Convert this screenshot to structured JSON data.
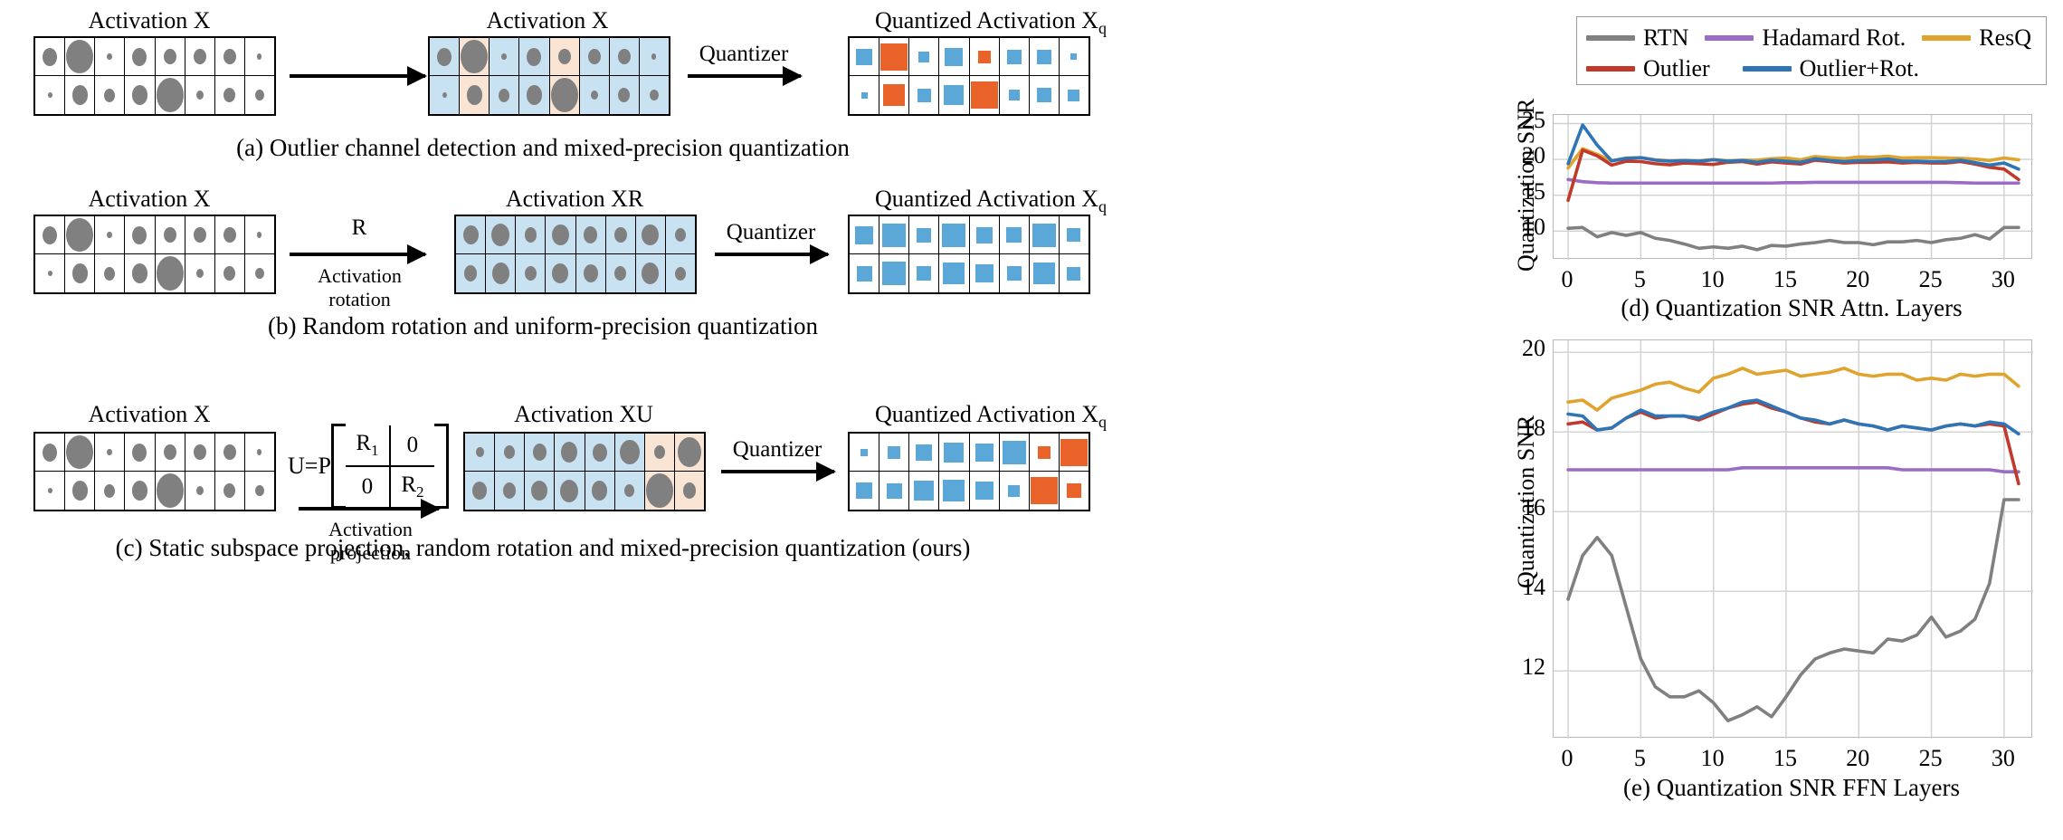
{
  "figure": {
    "rows": [
      {
        "id": "a",
        "caption": "(a) Outlier channel detection and mixed-precision quantization",
        "left_title": "Activation X",
        "mid_title": "Activation X",
        "right_title_main": "Quantized Activation X",
        "right_title_sub": "q",
        "arrow1_label": "",
        "arrow2_label": "Quantizer"
      },
      {
        "id": "b",
        "caption": "(b) Random rotation and uniform-precision quantization",
        "left_title": "Activation X",
        "mid_title": "Activation XR",
        "right_title_main": "Quantized Activation X",
        "right_title_sub": "q",
        "arrow1_label": "R",
        "arrow1_sub1": "Activation",
        "arrow1_sub2": "rotation",
        "arrow2_label": "Quantizer"
      },
      {
        "id": "c",
        "caption": "(c) Static subspace projection, random rotation and mixed-precision quantization (ours)",
        "left_title": "Activation X",
        "mid_title": "Activation XU",
        "right_title_main": "Quantized Activation X",
        "right_title_sub": "q",
        "arrow1_label": "U=P",
        "matrix": {
          "r1": "R",
          "r1sub": "1",
          "r2": "R",
          "r2sub": "2",
          "zero": "0"
        },
        "arrow1_sub1": "Activation",
        "arrow1_sub2": "projection",
        "arrow2_label": "Quantizer"
      }
    ]
  },
  "legend": {
    "items": [
      {
        "label": "RTN",
        "color": "#808080"
      },
      {
        "label": "Hadamard Rot.",
        "color": "#9b6cc4"
      },
      {
        "label": "ResQ",
        "color": "#e0a32e"
      },
      {
        "label": "Outlier",
        "color": "#c0392b"
      },
      {
        "label": "Outlier+Rot.",
        "color": "#2e75b6"
      }
    ]
  },
  "chart_data": [
    {
      "id": "d",
      "type": "line",
      "title": "(d) Quantization SNR Attn. Layers",
      "xlabel": "",
      "ylabel": "Quantization SNR",
      "xticks": [
        0,
        5,
        10,
        15,
        20,
        25,
        30
      ],
      "yticks": [
        10,
        15,
        20,
        25
      ],
      "xlim": [
        -1,
        32
      ],
      "ylim": [
        6.0,
        26.2
      ],
      "grid": true,
      "legend_position": "top",
      "x": [
        0,
        1,
        2,
        3,
        4,
        5,
        6,
        7,
        8,
        9,
        10,
        11,
        12,
        13,
        14,
        15,
        16,
        17,
        18,
        19,
        20,
        21,
        22,
        23,
        24,
        25,
        26,
        27,
        28,
        29,
        30,
        31
      ],
      "series": [
        {
          "name": "RTN",
          "color": "#808080",
          "values": [
            10.4,
            10.5,
            9.2,
            9.8,
            9.4,
            9.8,
            9.0,
            8.7,
            8.2,
            7.6,
            7.8,
            7.6,
            7.9,
            7.4,
            8.0,
            7.9,
            8.2,
            8.4,
            8.7,
            8.4,
            8.4,
            8.1,
            8.5,
            8.5,
            8.7,
            8.4,
            8.8,
            9.0,
            9.5,
            8.9,
            10.5,
            10.5
          ]
        },
        {
          "name": "Hadamard Rot.",
          "color": "#9b6cc4",
          "values": [
            17.2,
            16.9,
            16.75,
            16.7,
            16.7,
            16.7,
            16.7,
            16.7,
            16.7,
            16.7,
            16.7,
            16.7,
            16.7,
            16.7,
            16.7,
            16.75,
            16.75,
            16.8,
            16.8,
            16.8,
            16.8,
            16.8,
            16.8,
            16.8,
            16.8,
            16.8,
            16.8,
            16.75,
            16.7,
            16.7,
            16.7,
            16.7
          ]
        },
        {
          "name": "ResQ",
          "color": "#e0a32e",
          "values": [
            18.8,
            21.5,
            20.7,
            19.8,
            20.2,
            20.25,
            19.95,
            19.8,
            19.85,
            19.8,
            20.0,
            19.8,
            19.9,
            19.9,
            20.1,
            20.2,
            19.95,
            20.4,
            20.25,
            20.1,
            20.35,
            20.3,
            20.45,
            20.2,
            20.25,
            20.25,
            20.2,
            20.15,
            20.05,
            19.85,
            20.2,
            19.95
          ]
        },
        {
          "name": "Outlier",
          "color": "#c0392b",
          "values": [
            14.3,
            21.3,
            20.5,
            19.2,
            19.75,
            19.7,
            19.4,
            19.25,
            19.5,
            19.4,
            19.3,
            19.6,
            19.7,
            19.35,
            19.65,
            19.5,
            19.35,
            19.9,
            19.7,
            19.5,
            19.6,
            19.6,
            19.65,
            19.5,
            19.6,
            19.5,
            19.5,
            19.7,
            19.35,
            18.9,
            18.65,
            17.2
          ]
        },
        {
          "name": "Outlier+Rot.",
          "color": "#2e75b6",
          "values": [
            19.4,
            24.8,
            22.0,
            19.8,
            20.15,
            20.25,
            19.9,
            19.75,
            19.85,
            19.75,
            19.95,
            19.75,
            19.85,
            19.6,
            19.9,
            19.75,
            19.6,
            20.1,
            19.85,
            19.7,
            19.85,
            19.9,
            20.05,
            19.75,
            19.75,
            19.7,
            19.7,
            19.9,
            19.55,
            19.2,
            19.5,
            18.65
          ]
        }
      ]
    },
    {
      "id": "e",
      "type": "line",
      "title": "(e) Quantization SNR FFN Layers",
      "xlabel": "",
      "ylabel": "Quantization SNR",
      "xticks": [
        0,
        5,
        10,
        15,
        20,
        25,
        30
      ],
      "yticks": [
        12,
        14,
        16,
        18,
        20
      ],
      "xlim": [
        -1,
        32
      ],
      "ylim": [
        10.3,
        20.3
      ],
      "grid": true,
      "legend_position": "none",
      "x": [
        0,
        1,
        2,
        3,
        4,
        5,
        6,
        7,
        8,
        9,
        10,
        11,
        12,
        13,
        14,
        15,
        16,
        17,
        18,
        19,
        20,
        21,
        22,
        23,
        24,
        25,
        26,
        27,
        28,
        29,
        30,
        31
      ],
      "series": [
        {
          "name": "RTN",
          "color": "#808080",
          "values": [
            13.8,
            14.9,
            15.35,
            14.9,
            13.6,
            12.3,
            11.6,
            11.35,
            11.35,
            11.5,
            11.2,
            10.75,
            10.9,
            11.1,
            10.85,
            11.35,
            11.9,
            12.3,
            12.45,
            12.55,
            12.5,
            12.45,
            12.8,
            12.75,
            12.9,
            13.35,
            12.85,
            13.0,
            13.3,
            14.2,
            16.3,
            16.3
          ]
        },
        {
          "name": "Hadamard Rot.",
          "color": "#9b6cc4",
          "values": [
            17.05,
            17.05,
            17.05,
            17.05,
            17.05,
            17.05,
            17.05,
            17.05,
            17.05,
            17.05,
            17.05,
            17.05,
            17.1,
            17.1,
            17.1,
            17.1,
            17.1,
            17.1,
            17.1,
            17.1,
            17.1,
            17.1,
            17.1,
            17.05,
            17.05,
            17.05,
            17.05,
            17.05,
            17.05,
            17.05,
            17.0,
            17.0
          ]
        },
        {
          "name": "ResQ",
          "color": "#e0a32e",
          "values": [
            18.75,
            18.8,
            18.55,
            18.85,
            18.95,
            19.05,
            19.2,
            19.25,
            19.1,
            19.0,
            19.35,
            19.45,
            19.6,
            19.45,
            19.5,
            19.55,
            19.4,
            19.45,
            19.5,
            19.6,
            19.45,
            19.4,
            19.45,
            19.45,
            19.3,
            19.35,
            19.3,
            19.45,
            19.4,
            19.45,
            19.45,
            19.15
          ]
        },
        {
          "name": "Outlier",
          "color": "#c0392b",
          "values": [
            18.2,
            18.25,
            18.05,
            18.1,
            18.35,
            18.5,
            18.35,
            18.4,
            18.4,
            18.3,
            18.45,
            18.6,
            18.7,
            18.75,
            18.6,
            18.5,
            18.35,
            18.25,
            18.2,
            18.3,
            18.2,
            18.15,
            18.05,
            18.15,
            18.1,
            18.05,
            18.15,
            18.2,
            18.15,
            18.2,
            18.15,
            16.7
          ]
        },
        {
          "name": "Outlier+Rot.",
          "color": "#2e75b6",
          "values": [
            18.45,
            18.4,
            18.05,
            18.1,
            18.35,
            18.55,
            18.4,
            18.4,
            18.4,
            18.35,
            18.5,
            18.6,
            18.75,
            18.8,
            18.65,
            18.5,
            18.35,
            18.3,
            18.2,
            18.3,
            18.2,
            18.15,
            18.05,
            18.15,
            18.1,
            18.05,
            18.15,
            18.2,
            18.15,
            18.25,
            18.2,
            17.95
          ]
        }
      ]
    }
  ]
}
